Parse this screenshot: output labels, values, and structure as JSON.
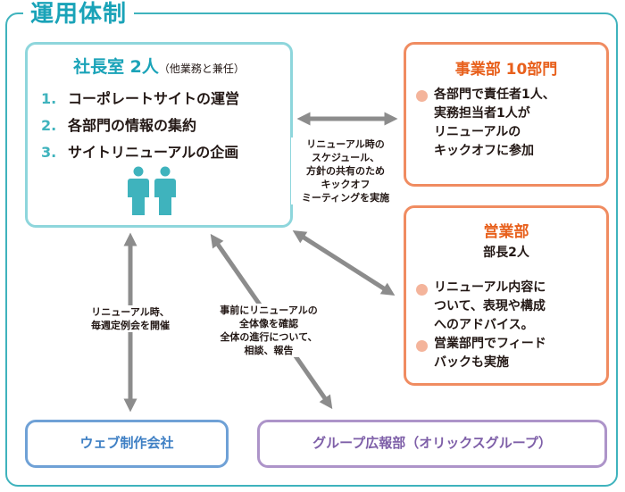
{
  "title": "運用体制",
  "ceo": {
    "title": "社長室 2人",
    "note": "（他業務と兼任）",
    "items": [
      {
        "num": "1.",
        "text": "コーポレートサイトの運営"
      },
      {
        "num": "2.",
        "text": "各部門の情報の集約"
      },
      {
        "num": "3.",
        "text": "サイトリニューアルの企画"
      }
    ],
    "icon": "two-people-icon"
  },
  "business": {
    "title": "事業部 10部門",
    "bullets": [
      "各部門で責任者1人、\n実務担当者1人が\nリニューアルの\nキックオフに参加"
    ]
  },
  "sales": {
    "title": "営業部",
    "subtitle": "部長2人",
    "bullets": [
      "リニューアル内容に\nついて、表現や構成\nへのアドバイス。",
      "営業部門でフィード\nバックも実施"
    ]
  },
  "links": {
    "ceo_business": "リニューアル時の\nスケジュール、\n方針の共有のため\nキックオフ\nミーティングを実施",
    "ceo_web": "リニューアル時、\n毎週定例会を開催",
    "ceo_group": "事前にリニューアルの\n全体像を確認\n全体の進行について、\n相談、報告"
  },
  "web": {
    "label": "ウェブ制作会社"
  },
  "group": {
    "label": "グループ広報部（オリックスグループ）"
  },
  "colors": {
    "teal": "#3fb3bd",
    "orange": "#f08c61",
    "blue": "#6fa1d6",
    "purple": "#ad94c9",
    "arrow": "#8c8c8c"
  }
}
